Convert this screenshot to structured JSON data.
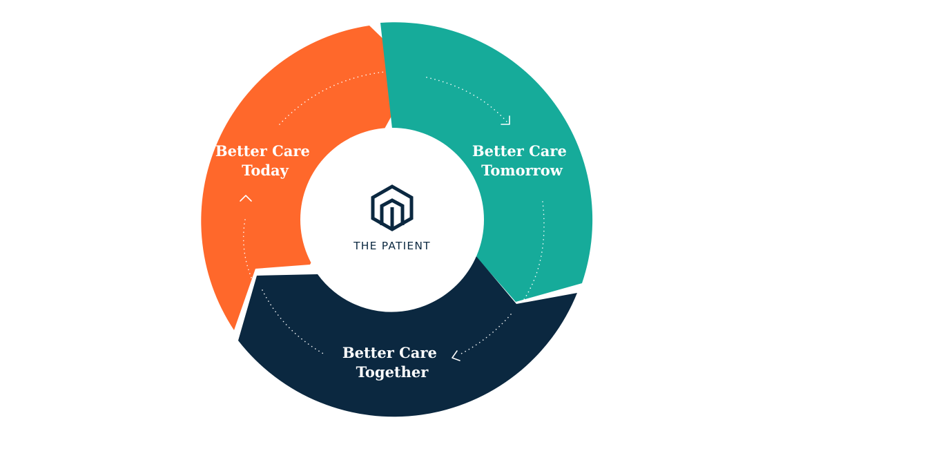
{
  "diagram": {
    "center": {
      "label": "THE PATIENT",
      "logo_icon": "hexagon-logo-icon"
    },
    "segments": [
      {
        "key": "today",
        "line1": "Better Care",
        "line2": "Today",
        "color": "#ff682b"
      },
      {
        "key": "tomorrow",
        "line1": "Better Care",
        "line2": "Tomorrow",
        "color": "#16ab9a"
      },
      {
        "key": "together",
        "line1": "Better Care",
        "line2": "Together",
        "color": "#0b2840"
      }
    ],
    "colors": {
      "background": "#ffffff",
      "center_fill": "#ffffff",
      "logo": "#0b2840",
      "label_text": "#ffffff",
      "center_text": "#0b2840"
    },
    "flow_icons": [
      "dotted-arrow-icon",
      "dotted-arrow-icon",
      "dotted-arrow-icon"
    ]
  }
}
